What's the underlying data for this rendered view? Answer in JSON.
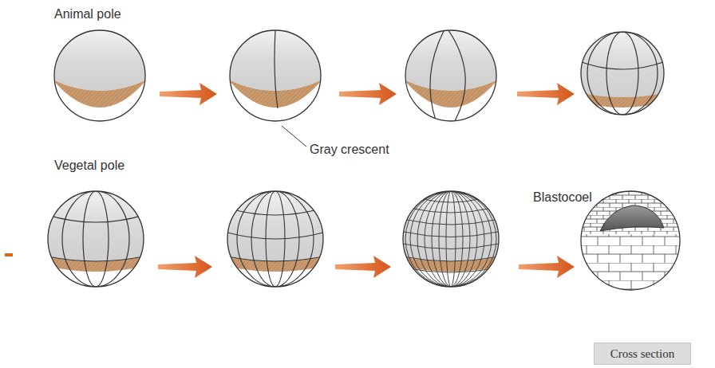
{
  "diagram": {
    "nodes": [
      {
        "text": [
          "Cross section"
        ]
      }
    ],
    "labels": [
      "Animal pole",
      "Vegetal pole",
      "Gray crescent",
      "Blastocoel"
    ]
  }
}
